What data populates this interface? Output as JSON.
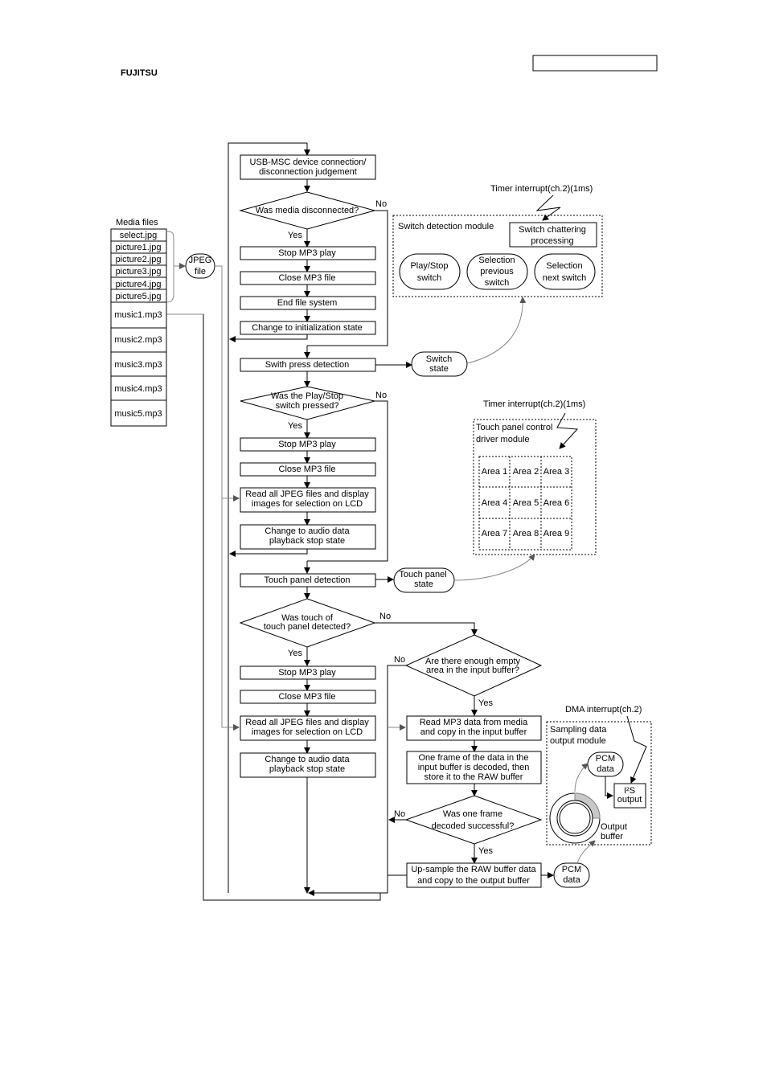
{
  "logo": {
    "text": "FUJITSU",
    "color": "#d0021b"
  },
  "media_files": {
    "title": "Media files",
    "jpg": [
      "select.jpg",
      "picture1.jpg",
      "picture2.jpg",
      "picture3.jpg",
      "picture4.jpg",
      "picture5.jpg"
    ],
    "mp3": [
      "music1.mp3",
      "music2.mp3",
      "music3.mp3",
      "music4.mp3",
      "music5.mp3"
    ],
    "jpeg_bubble": [
      "JPEG",
      "file"
    ]
  },
  "flow": {
    "usb": [
      "USB-MSC device connection/",
      "disconnection judgement"
    ],
    "d_media": [
      "Was media disconnected?"
    ],
    "stop1": "Stop MP3 play",
    "close1": "Close MP3 file",
    "endfs": "End file system",
    "init": "Change to initialization state",
    "switch_detect": "Swith press detection",
    "d_play": [
      "Was the Play/Stop",
      "switch pressed?"
    ],
    "stop2": "Stop MP3 play",
    "close2": "Close MP3 file",
    "read2": [
      "Read all JPEG files and display",
      "images for selection on LCD"
    ],
    "audio2": [
      "Change to audio data",
      "playback stop state"
    ],
    "touch_detect": "Touch panel detection",
    "d_touch": [
      "Was touch of",
      "touch panel detected?"
    ],
    "stop3": "Stop MP3 play",
    "close3": "Close MP3 file",
    "read3": [
      "Read all JPEG files and display",
      "images for selection on LCD"
    ],
    "audio3": [
      "Change to audio data",
      "playback stop state"
    ],
    "d_buffer": [
      "Are there enough empty",
      "area in the input buffer?"
    ],
    "read_mp3": [
      "Read MP3 data from media",
      "and copy in the input buffer"
    ],
    "decode": [
      "One frame of the data in the",
      "input buffer is decoded, then",
      "store it to the RAW buffer"
    ],
    "d_decoded": [
      "Was one frame",
      "decoded successful?"
    ],
    "upsample": [
      "Up-sample the RAW buffer data",
      "and copy to the output buffer"
    ],
    "yes": "Yes",
    "no": "No"
  },
  "switch_module": {
    "timer": "Timer interrupt(ch.2)(1ms)",
    "title": "Switch detection module",
    "chatter": [
      "Switch chattering",
      "processing"
    ],
    "buttons": [
      [
        "Play/Stop",
        "switch"
      ],
      [
        "Selection",
        "previous",
        "switch"
      ],
      [
        "Selection",
        "next switch"
      ]
    ],
    "state": [
      "Switch",
      "state"
    ]
  },
  "touch_module": {
    "timer": "Timer interrupt(ch.2)(1ms)",
    "title": [
      "Touch panel control",
      "driver module"
    ],
    "areas": [
      "Area 1",
      "Area 2",
      "Area 3",
      "Area 4",
      "Area 5",
      "Area 6",
      "Area 7",
      "Area 8",
      "Area 9"
    ],
    "state": [
      "Touch panel",
      "state"
    ]
  },
  "output_module": {
    "dma": "DMA interrupt(ch.2)",
    "title": [
      "Sampling data",
      "output module"
    ],
    "pcm": [
      "PCM",
      "data"
    ],
    "i2s": [
      "I²S",
      "output"
    ],
    "buffer": [
      "Output",
      "buffer"
    ],
    "pcm2": [
      "PCM",
      "data"
    ]
  }
}
